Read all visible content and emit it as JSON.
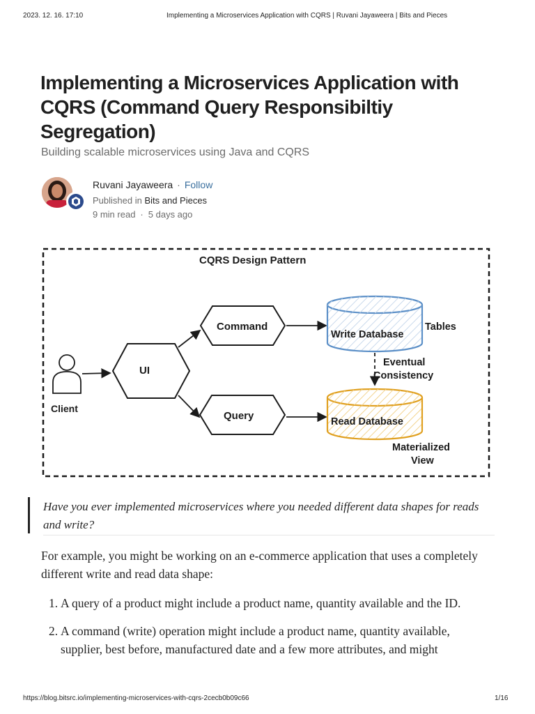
{
  "print_header": {
    "datetime": "2023. 12. 16. 17:10",
    "page_title": "Implementing a Microservices Application with CQRS | Ruvani Jayaweera | Bits and Pieces"
  },
  "article": {
    "title": "Implementing a Microservices Application with CQRS (Command Query Responsibiltiy Segregation)",
    "subtitle": "Building scalable microservices using Java and CQRS",
    "author": "Ruvani Jayaweera",
    "separator": "·",
    "follow_label": "Follow",
    "published_in_label": "Published in",
    "publication": "Bits and Pieces",
    "read_time": "9 min read",
    "published_ago": "5 days ago"
  },
  "diagram": {
    "title": "CQRS Design Pattern",
    "client_label": "Client",
    "ui_label": "UI",
    "command_label": "Command",
    "query_label": "Query",
    "write_db_label": "Write Database",
    "read_db_label": "Read Database",
    "tables_label": "Tables",
    "eventual_label": "Eventual",
    "consistency_label": "Consistency",
    "materialized_label": "Materialized",
    "view_label": "View",
    "colors": {
      "write_db": "#5b8fc7",
      "read_db": "#e0a020",
      "line": "#1a1a1a"
    }
  },
  "body": {
    "quote": "Have you ever implemented microservices where you needed different data shapes for reads and write?",
    "paragraph": "For example, you might be working on an e-commerce application that uses a completely different write and read data shape:",
    "list": [
      {
        "num": "1.",
        "text": "A query of a product might include a product name, quantity available and the ID."
      },
      {
        "num": "2.",
        "text": "A command (write) operation might include a product name, quantity available, supplier, best before, manufactured date and a few more attributes, and might"
      }
    ]
  },
  "print_footer": {
    "url": "https://blog.bitsrc.io/implementing-microservices-with-cqrs-2cecb0b09c66",
    "page": "1/16"
  }
}
